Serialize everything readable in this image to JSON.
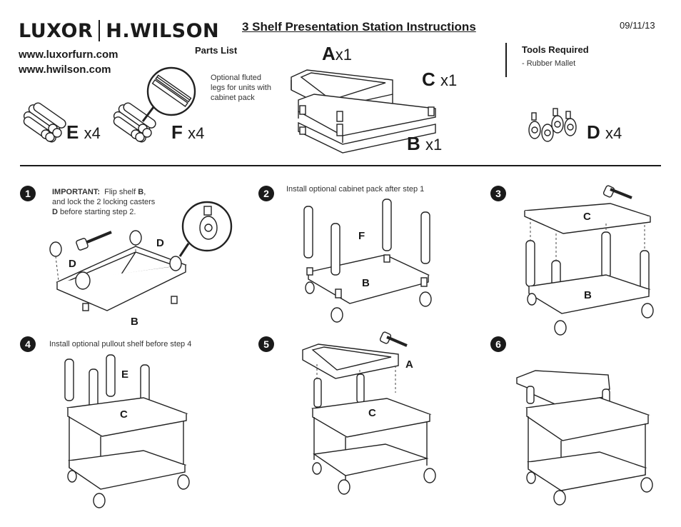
{
  "header": {
    "brand_left": "LUXOR",
    "brand_right": "H.WILSON",
    "title": "3 Shelf Presentation Station Instructions",
    "date": "09/11/13",
    "websites": [
      "www.luxorfurn.com",
      "www.hwilson.com"
    ]
  },
  "parts": {
    "heading": "Parts List",
    "note": [
      "Optional fluted",
      "legs for units with",
      "cabinet pack"
    ],
    "items": [
      {
        "letter": "A",
        "qty": "x1"
      },
      {
        "letter": "C",
        "qty": "x1"
      },
      {
        "letter": "B",
        "qty": "x1"
      },
      {
        "letter": "E",
        "qty": "x4"
      },
      {
        "letter": "F",
        "qty": "x4"
      },
      {
        "letter": "D",
        "qty": "x4"
      }
    ]
  },
  "tools": {
    "heading": "Tools Required",
    "item": "-  Rubber Mallet"
  },
  "steps": [
    {
      "num": "1",
      "important": "IMPORTANT:",
      "text1": "Flip shelf",
      "b": "B",
      "text2": "and lock the 2 locking casters",
      "d": "D",
      "text3": "before starting step 2.",
      "labels": [
        "D",
        "D",
        "B"
      ]
    },
    {
      "num": "2",
      "note": "Install optional cabinet pack after step 1",
      "labels": [
        "F",
        "B"
      ]
    },
    {
      "num": "3",
      "labels": [
        "C",
        "B"
      ]
    },
    {
      "num": "4",
      "note": "Install optional pullout shelf before step 4",
      "labels": [
        "E",
        "C"
      ]
    },
    {
      "num": "5",
      "labels": [
        "A",
        "C"
      ]
    },
    {
      "num": "6"
    }
  ]
}
